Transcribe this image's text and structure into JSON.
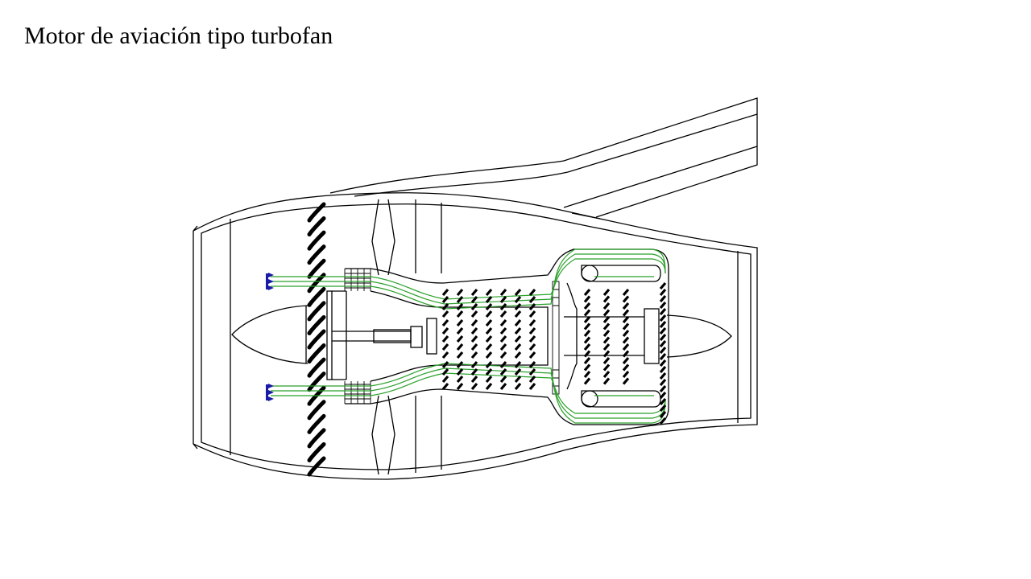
{
  "title": "Motor de aviación tipo turbofan",
  "colors": {
    "outline": "#000000",
    "flow_lines": "#2aa02a",
    "inlet_markers": "#1a1aa8",
    "background": "#ffffff"
  },
  "components": {
    "fan_blades": 19,
    "compressor_stages": 7,
    "turbine_stages": 3,
    "exhaust_blades": 1,
    "inlet_marker_groups": 2
  }
}
